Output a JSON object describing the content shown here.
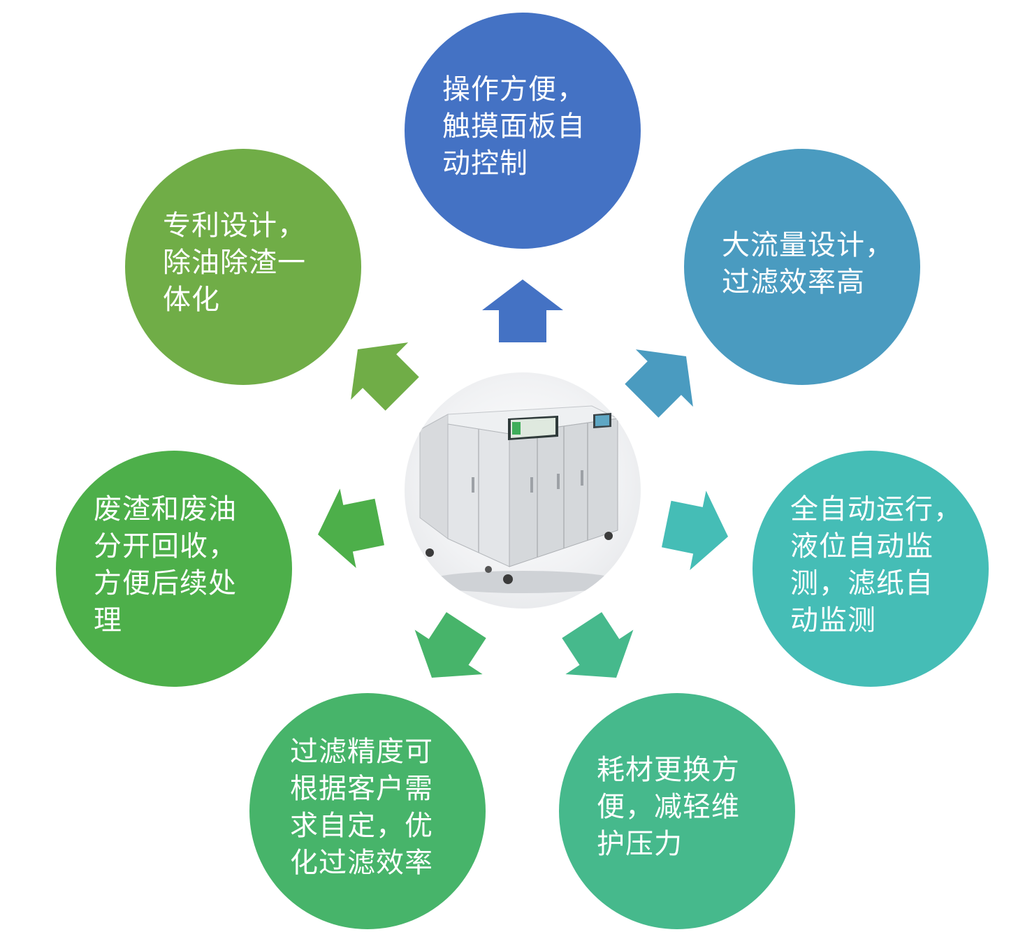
{
  "center": {
    "image": "filtration-machine-photo"
  },
  "nodes": [
    {
      "id": "top",
      "color": "#4472c4",
      "lines": [
        "操作方便，",
        "触摸面板自",
        "动控制"
      ]
    },
    {
      "id": "top-right",
      "color": "#4a9bc0",
      "lines": [
        "大流量设计，",
        "过滤效率高"
      ]
    },
    {
      "id": "right",
      "color": "#45bdb6",
      "lines": [
        "全自动运行，",
        "液位自动监",
        "测，滤纸自",
        "动监测"
      ]
    },
    {
      "id": "bottom-right",
      "color": "#46b98c",
      "lines": [
        "耗材更换方",
        "便，减轻维",
        "护压力"
      ]
    },
    {
      "id": "bottom-left",
      "color": "#47b46a",
      "lines": [
        "过滤精度可",
        "根据客户需",
        "求自定，优",
        "化过滤效率"
      ]
    },
    {
      "id": "left",
      "color": "#4daf4a",
      "lines": [
        "废渣和废油",
        "分开回收，",
        "方便后续处",
        "理"
      ]
    },
    {
      "id": "top-left",
      "color": "#70ad47",
      "lines": [
        "专利设计，",
        "除油除渣一",
        "体化"
      ]
    }
  ]
}
